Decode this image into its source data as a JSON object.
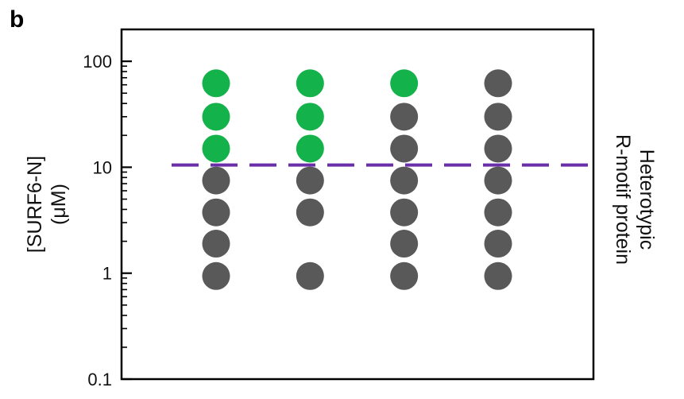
{
  "panel_label": "b",
  "chart_data": {
    "type": "scatter",
    "ylabel_lines": [
      "[SURF6-N]",
      "(μM)"
    ],
    "side_label_lines": [
      "Heterotypic",
      "R-motif protein"
    ],
    "y_scale": "log",
    "ylim": [
      0.1,
      200
    ],
    "y_ticks": [
      {
        "value": 0.1,
        "label": "0.1"
      },
      {
        "value": 1,
        "label": "1"
      },
      {
        "value": 10,
        "label": "10"
      },
      {
        "value": 100,
        "label": "100"
      }
    ],
    "threshold": {
      "value": 10.5,
      "color": "#6a2fa8",
      "style": "dashed"
    },
    "colors": {
      "phase_separated": "#14b24a",
      "no_phase_separation": "#595959"
    },
    "columns": [
      {
        "points": [
          {
            "y": 62,
            "state": "phase_separated"
          },
          {
            "y": 30,
            "state": "phase_separated"
          },
          {
            "y": 15,
            "state": "phase_separated"
          },
          {
            "y": 7.5,
            "state": "no_phase_separation"
          },
          {
            "y": 3.75,
            "state": "no_phase_separation"
          },
          {
            "y": 1.9,
            "state": "no_phase_separation"
          },
          {
            "y": 0.94,
            "state": "no_phase_separation"
          }
        ]
      },
      {
        "points": [
          {
            "y": 62,
            "state": "phase_separated"
          },
          {
            "y": 30,
            "state": "phase_separated"
          },
          {
            "y": 15,
            "state": "phase_separated"
          },
          {
            "y": 7.5,
            "state": "no_phase_separation"
          },
          {
            "y": 3.75,
            "state": "no_phase_separation"
          },
          {
            "y": 0.94,
            "state": "no_phase_separation"
          }
        ]
      },
      {
        "points": [
          {
            "y": 62,
            "state": "phase_separated"
          },
          {
            "y": 30,
            "state": "no_phase_separation"
          },
          {
            "y": 15,
            "state": "no_phase_separation"
          },
          {
            "y": 7.5,
            "state": "no_phase_separation"
          },
          {
            "y": 3.75,
            "state": "no_phase_separation"
          },
          {
            "y": 1.9,
            "state": "no_phase_separation"
          },
          {
            "y": 0.94,
            "state": "no_phase_separation"
          }
        ]
      },
      {
        "points": [
          {
            "y": 62,
            "state": "no_phase_separation"
          },
          {
            "y": 30,
            "state": "no_phase_separation"
          },
          {
            "y": 15,
            "state": "no_phase_separation"
          },
          {
            "y": 7.5,
            "state": "no_phase_separation"
          },
          {
            "y": 3.75,
            "state": "no_phase_separation"
          },
          {
            "y": 1.9,
            "state": "no_phase_separation"
          },
          {
            "y": 0.94,
            "state": "no_phase_separation"
          }
        ]
      }
    ]
  }
}
